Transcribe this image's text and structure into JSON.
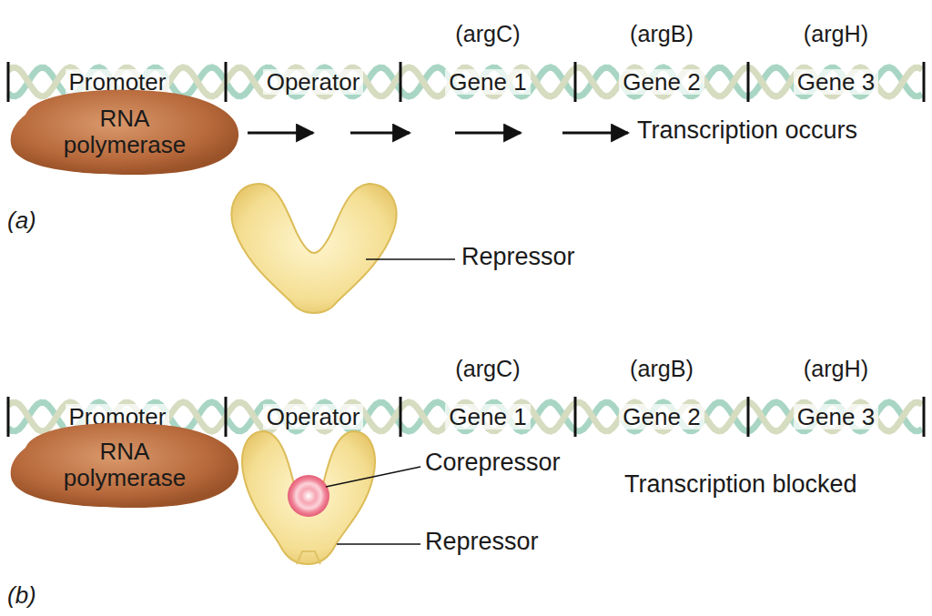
{
  "diagram": {
    "nodes": [
      {
        "text": [
          "Promoter"
        ]
      },
      {
        "text": [
          "Operator"
        ]
      },
      {
        "text": [
          "(argC)",
          "Gene 1"
        ]
      },
      {
        "text": [
          "(argB)",
          "Gene 2"
        ]
      },
      {
        "text": [
          "(argH)",
          "Gene 3"
        ]
      },
      {
        "text": [
          "RNA polymerase"
        ]
      },
      {
        "text": [
          "Promoter"
        ]
      },
      {
        "text": [
          "Operator"
        ]
      },
      {
        "text": [
          "(argC)",
          "Gene 1"
        ]
      },
      {
        "text": [
          "(argB)",
          "Gene 2"
        ]
      },
      {
        "text": [
          "(argH)",
          "Gene 3"
        ]
      },
      {
        "text": [
          "RNA polymerase"
        ]
      }
    ],
    "labels": [
      "Transcription occurs",
      "(a)",
      "Repressor",
      "Corepressor",
      "Transcription blocked",
      "Repressor",
      "(b)"
    ]
  }
}
